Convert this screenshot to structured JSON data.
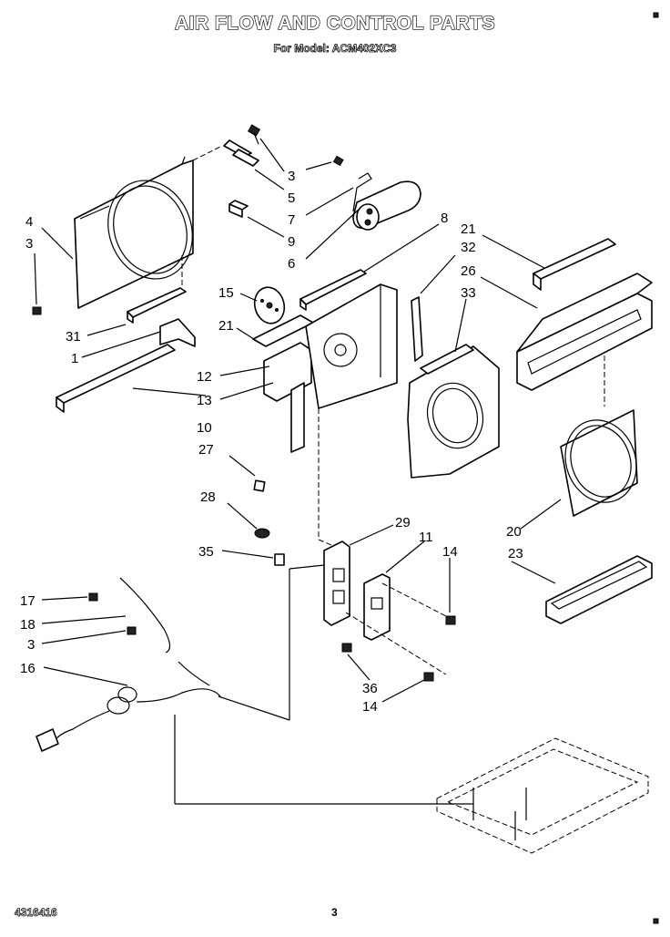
{
  "header": {
    "title": "AIR FLOW AND CONTROL PARTS",
    "subtitle": "For Model: ACM402XC3"
  },
  "footer": {
    "doc_id": "4316416",
    "page": "3"
  },
  "callouts": [
    {
      "id": "c-3a",
      "label": "3"
    },
    {
      "id": "c-5",
      "label": "5"
    },
    {
      "id": "c-7",
      "label": "7"
    },
    {
      "id": "c-9",
      "label": "9"
    },
    {
      "id": "c-6",
      "label": "6"
    },
    {
      "id": "c-8",
      "label": "8"
    },
    {
      "id": "c-4",
      "label": "4"
    },
    {
      "id": "c-3b",
      "label": "3"
    },
    {
      "id": "c-21a",
      "label": "21"
    },
    {
      "id": "c-32",
      "label": "32"
    },
    {
      "id": "c-26",
      "label": "26"
    },
    {
      "id": "c-15",
      "label": "15"
    },
    {
      "id": "c-33",
      "label": "33"
    },
    {
      "id": "c-31",
      "label": "31"
    },
    {
      "id": "c-21b",
      "label": "21"
    },
    {
      "id": "c-1",
      "label": "1"
    },
    {
      "id": "c-12",
      "label": "12"
    },
    {
      "id": "c-13",
      "label": "13"
    },
    {
      "id": "c-10",
      "label": "10"
    },
    {
      "id": "c-27",
      "label": "27"
    },
    {
      "id": "c-20",
      "label": "20"
    },
    {
      "id": "c-28",
      "label": "28"
    },
    {
      "id": "c-29",
      "label": "29"
    },
    {
      "id": "c-11",
      "label": "11"
    },
    {
      "id": "c-23",
      "label": "23"
    },
    {
      "id": "c-35",
      "label": "35"
    },
    {
      "id": "c-14a",
      "label": "14"
    },
    {
      "id": "c-17",
      "label": "17"
    },
    {
      "id": "c-18",
      "label": "18"
    },
    {
      "id": "c-3c",
      "label": "3"
    },
    {
      "id": "c-16",
      "label": "16"
    },
    {
      "id": "c-36",
      "label": "36"
    },
    {
      "id": "c-14b",
      "label": "14"
    }
  ]
}
